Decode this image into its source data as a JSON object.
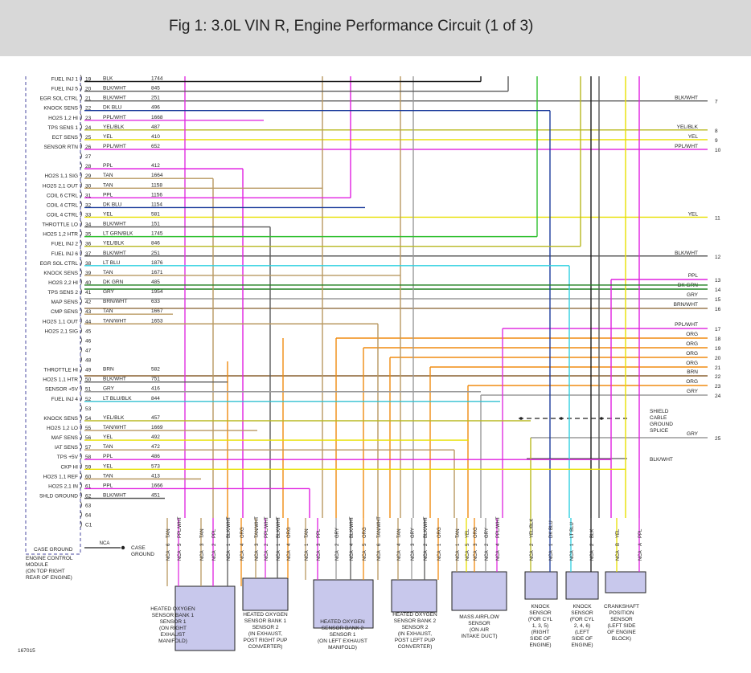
{
  "title": "Fig 1: 3.0L VIN R, Engine Performance Circuit (1 of 3)",
  "colors": {
    "BLK": "#1a1a1a",
    "BLK/WHT": "#5a5a5a",
    "DK BLU": "#1c3c9c",
    "PPL/WHT": "#e030e0",
    "YEL/BLK": "#b8b820",
    "YEL": "#e8e000",
    "PPL/WHT_alt": "#e030e0",
    "PPL": "#e020e0",
    "TAN": "#b89860",
    "TAN/WHT": "#b89860",
    "LT BLU": "#30d0e0",
    "DK GRN": "#208020",
    "GRY": "#9a9a9a",
    "BRN/WHT": "#9a7a50",
    "ORG": "#f08c10",
    "BRN": "#8a6030",
    "LT GRN/BLK": "#30c030",
    "LT BLU/BLK": "#30c0d0"
  },
  "ecm": {
    "label": "ENGINE CONTROL MODULE (ON TOP RIGHT REAR OF ENGINE)",
    "label_lines": [
      "ENGINE CONTROL",
      "MODULE",
      "(ON TOP RIGHT",
      "REAR OF ENGINE)"
    ],
    "case_ground": "CASE GROUND",
    "nca": "NCA",
    "case_ground_label": [
      "CASE",
      "GROUND"
    ],
    "pins": [
      {
        "pin": "19",
        "name": "FUEL INJ 1",
        "color": "BLK",
        "circuit": "1744"
      },
      {
        "pin": "20",
        "name": "FUEL INJ 5",
        "color": "BLK/WHT",
        "circuit": "845"
      },
      {
        "pin": "21",
        "name": "EGR SOL CTRL",
        "color": "BLK/WHT",
        "circuit": "251"
      },
      {
        "pin": "22",
        "name": "KNOCK SENS",
        "color": "DK BLU",
        "circuit": "496"
      },
      {
        "pin": "23",
        "name": "HO2S 1,2 HI",
        "color": "PPL/WHT",
        "circuit": "1668"
      },
      {
        "pin": "24",
        "name": "TPS SENS 1",
        "color": "YEL/BLK",
        "circuit": "487"
      },
      {
        "pin": "25",
        "name": "ECT SENS",
        "color": "YEL",
        "circuit": "410"
      },
      {
        "pin": "26",
        "name": "SENSOR RTN",
        "color": "PPL/WHT",
        "circuit": "652"
      },
      {
        "pin": "27",
        "name": "",
        "color": "",
        "circuit": ""
      },
      {
        "pin": "28",
        "name": "",
        "color": "PPL",
        "circuit": "412"
      },
      {
        "pin": "29",
        "name": "HO2S 1,1 SIG",
        "color": "TAN",
        "circuit": "1664"
      },
      {
        "pin": "30",
        "name": "HO2S 2,1 OUT",
        "color": "TAN",
        "circuit": "1158"
      },
      {
        "pin": "31",
        "name": "COIL 6 CTRL",
        "color": "PPL",
        "circuit": "1156"
      },
      {
        "pin": "32",
        "name": "COIL 4 CTRL",
        "color": "DK BLU",
        "circuit": "1154"
      },
      {
        "pin": "33",
        "name": "COIL 4 CTRL",
        "color": "YEL",
        "circuit": "581"
      },
      {
        "pin": "34",
        "name": "THROTTLE LO",
        "color": "BLK/WHT",
        "circuit": "151"
      },
      {
        "pin": "35",
        "name": "HO2S 1,2 HTR",
        "color": "LT GRN/BLK",
        "circuit": "1745"
      },
      {
        "pin": "36",
        "name": "FUEL INJ 2",
        "color": "YEL/BLK",
        "circuit": "846"
      },
      {
        "pin": "37",
        "name": "FUEL INJ 6",
        "color": "BLK/WHT",
        "circuit": "251"
      },
      {
        "pin": "38",
        "name": "EGR SOL CTRL",
        "color": "LT BLU",
        "circuit": "1876"
      },
      {
        "pin": "39",
        "name": "KNOCK SENS",
        "color": "TAN",
        "circuit": "1671"
      },
      {
        "pin": "40",
        "name": "HO2S 2,2 HI",
        "color": "DK GRN",
        "circuit": "485"
      },
      {
        "pin": "41",
        "name": "TPS SENS 2",
        "color": "GRY",
        "circuit": "1954"
      },
      {
        "pin": "42",
        "name": "MAP SENS",
        "color": "BRN/WHT",
        "circuit": "633"
      },
      {
        "pin": "43",
        "name": "CMP SENS",
        "color": "TAN",
        "circuit": "1667"
      },
      {
        "pin": "44",
        "name": "HO2S 1,1 OUT",
        "color": "TAN/WHT",
        "circuit": "1653"
      },
      {
        "pin": "45",
        "name": "HO2S 2,1 SIG",
        "color": "",
        "circuit": ""
      },
      {
        "pin": "46",
        "name": "",
        "color": "",
        "circuit": ""
      },
      {
        "pin": "47",
        "name": "",
        "color": "",
        "circuit": ""
      },
      {
        "pin": "48",
        "name": "",
        "color": "",
        "circuit": ""
      },
      {
        "pin": "49",
        "name": "THROTTLE HI",
        "color": "BRN",
        "circuit": "582"
      },
      {
        "pin": "50",
        "name": "HO2S 1,1 HTR",
        "color": "BLK/WHT",
        "circuit": "751"
      },
      {
        "pin": "51",
        "name": "SENSOR +5V",
        "color": "GRY",
        "circuit": "416"
      },
      {
        "pin": "52",
        "name": "FUEL INJ 4",
        "color": "LT BLU/BLK",
        "circuit": "844"
      },
      {
        "pin": "53",
        "name": "",
        "color": "",
        "circuit": ""
      },
      {
        "pin": "54",
        "name": "KNOCK SENS",
        "color": "YEL/BLK",
        "circuit": "457"
      },
      {
        "pin": "55",
        "name": "HO2S 1,2 LO",
        "color": "TAN/WHT",
        "circuit": "1669"
      },
      {
        "pin": "56",
        "name": "MAF SENS",
        "color": "YEL",
        "circuit": "492"
      },
      {
        "pin": "57",
        "name": "IAT SENS",
        "color": "TAN",
        "circuit": "472"
      },
      {
        "pin": "58",
        "name": "TPS +5V",
        "color": "PPL",
        "circuit": "486"
      },
      {
        "pin": "59",
        "name": "CKP HI",
        "color": "YEL",
        "circuit": "573"
      },
      {
        "pin": "60",
        "name": "HO2S 1,1 REF",
        "color": "TAN",
        "circuit": "413"
      },
      {
        "pin": "61",
        "name": "HO2S 2,1 IN",
        "color": "PPL",
        "circuit": "1666"
      },
      {
        "pin": "62",
        "name": "SHLD GROUND",
        "color": "BLK/WHT",
        "circuit": "451"
      },
      {
        "pin": "63",
        "name": "",
        "color": "",
        "circuit": ""
      },
      {
        "pin": "64",
        "name": "",
        "color": "",
        "circuit": ""
      },
      {
        "pin": "C1",
        "name": "",
        "color": "",
        "circuit": ""
      }
    ]
  },
  "right_leads": [
    {
      "num": "7",
      "color": "BLK/WHT"
    },
    {
      "num": "8",
      "color": "YEL/BLK"
    },
    {
      "num": "9",
      "color": "YEL"
    },
    {
      "num": "10",
      "color": "PPL/WHT"
    },
    {
      "num": "11",
      "color": "YEL"
    },
    {
      "num": "12",
      "color": "BLK/WHT"
    },
    {
      "num": "13",
      "color": "PPL"
    },
    {
      "num": "14",
      "color": "DK GRN"
    },
    {
      "num": "15",
      "color": "GRY"
    },
    {
      "num": "16",
      "color": "BRN/WHT"
    },
    {
      "num": "17",
      "color": "PPL/WHT"
    },
    {
      "num": "18",
      "color": "ORG"
    },
    {
      "num": "19",
      "color": "ORG"
    },
    {
      "num": "20",
      "color": "ORG"
    },
    {
      "num": "21",
      "color": "ORG"
    },
    {
      "num": "22",
      "color": "BRN"
    },
    {
      "num": "23",
      "color": "ORG"
    },
    {
      "num": "24",
      "color": "GRY"
    },
    {
      "num": "25",
      "color": "GRY"
    },
    {
      "num": "",
      "color": "BLK/WHT"
    }
  ],
  "shield_label": [
    "SHIELD",
    "CABLE",
    "GROUND",
    "SPLICE"
  ],
  "components": [
    {
      "name": "HEATED OXYGEN SENSOR BANK 1 SENSOR 1",
      "lines": [
        "HEATED OXYGEN",
        "SENSOR BANK 1",
        "SENSOR 1",
        "(ON RIGHT",
        "EXHAUST",
        "MANIFOLD)"
      ],
      "pins": [
        {
          "n": "6",
          "c": "TAN"
        },
        {
          "n": "5",
          "c": "PPL/WHT"
        },
        {
          "n": "3",
          "c": "TAN"
        },
        {
          "n": "2",
          "c": "PPL"
        },
        {
          "n": "1",
          "c": "BLK/WHT"
        },
        {
          "n": "4",
          "c": "ORG"
        }
      ]
    },
    {
      "name": "HEATED OXYGEN SENSOR BANK 1 SENSOR 2",
      "lines": [
        "HEATED OXYGEN",
        "SENSOR BANK 1",
        "SENSOR 2",
        "(IN EXHAUST,",
        "POST RIGHT PUP",
        "CONVERTER)"
      ],
      "pins": [
        {
          "n": "3",
          "c": "TAN/WHT"
        },
        {
          "n": "2",
          "c": "PPL/WHT"
        },
        {
          "n": "1",
          "c": "BLK/WHT"
        },
        {
          "n": "4",
          "c": "ORG"
        }
      ]
    },
    {
      "name": "HEATED OXYGEN SENSOR BANK 2 SENSOR 1",
      "lines": [
        "HEATED OXYGEN",
        "SENSOR BANK 2",
        "SENSOR 1",
        "(ON LEFT EXHAUST",
        "MANIFOLD)"
      ],
      "pins": [
        {
          "n": "1",
          "c": "TAN"
        },
        {
          "n": "3",
          "c": "PPL"
        },
        {
          "n": "2",
          "c": "GRY"
        },
        {
          "n": "4",
          "c": "BLK/WHT"
        },
        {
          "n": "5",
          "c": "ORG"
        },
        {
          "n": "6",
          "c": "TAN/WHT"
        }
      ]
    },
    {
      "name": "HEATED OXYGEN SENSOR BANK 2 SENSOR 2",
      "lines": [
        "HEATED OXYGEN",
        "SENSOR BANK 2",
        "SENSOR 2",
        "(IN EXHAUST,",
        "POST LEFT PUP",
        "CONVERTER)"
      ],
      "pins": [
        {
          "n": "4",
          "c": "TAN"
        },
        {
          "n": "3",
          "c": "GRY"
        },
        {
          "n": "2",
          "c": "BLK/WHT"
        },
        {
          "n": "1",
          "c": "ORG"
        }
      ]
    },
    {
      "name": "MASS AIRFLOW SENSOR",
      "lines": [
        "MASS AIRFLOW",
        "SENSOR",
        "(ON AIR",
        "INTAKE DUCT)"
      ],
      "pins": [
        {
          "n": "1",
          "c": "TAN"
        },
        {
          "n": "5",
          "c": "YEL"
        },
        {
          "n": "3",
          "c": "ORG"
        },
        {
          "n": "2",
          "c": "GRY"
        },
        {
          "n": "4",
          "c": "PPL/WHT"
        }
      ]
    },
    {
      "name": "KNOCK SENSOR RIGHT",
      "lines": [
        "KNOCK",
        "SENSOR",
        "(FOR CYL",
        "1, 3, 5)",
        "(RIGHT",
        "SIDE OF",
        "ENGINE)"
      ],
      "pins": [
        {
          "n": "2",
          "c": "YEL/BLK"
        },
        {
          "n": "1",
          "c": "DK BLU"
        }
      ]
    },
    {
      "name": "KNOCK SENSOR LEFT",
      "lines": [
        "KNOCK",
        "SENSOR",
        "(FOR CYL",
        "2, 4, 6)",
        "(LEFT",
        "SIDE OF",
        "ENGINE)"
      ],
      "pins": [
        {
          "n": "1",
          "c": "LT BLU"
        },
        {
          "n": "2",
          "c": "BLK"
        }
      ]
    },
    {
      "name": "CRANKSHAFT POSITION SENSOR",
      "lines": [
        "CRANKSHAFT",
        "POSITION",
        "SENSOR",
        "(LEFT SIDE",
        "OF ENGINE",
        "BLOCK)"
      ],
      "pins": [
        {
          "n": "B",
          "c": "YEL"
        },
        {
          "n": "A",
          "c": "PPL"
        }
      ]
    }
  ],
  "diagram_id": "167015"
}
